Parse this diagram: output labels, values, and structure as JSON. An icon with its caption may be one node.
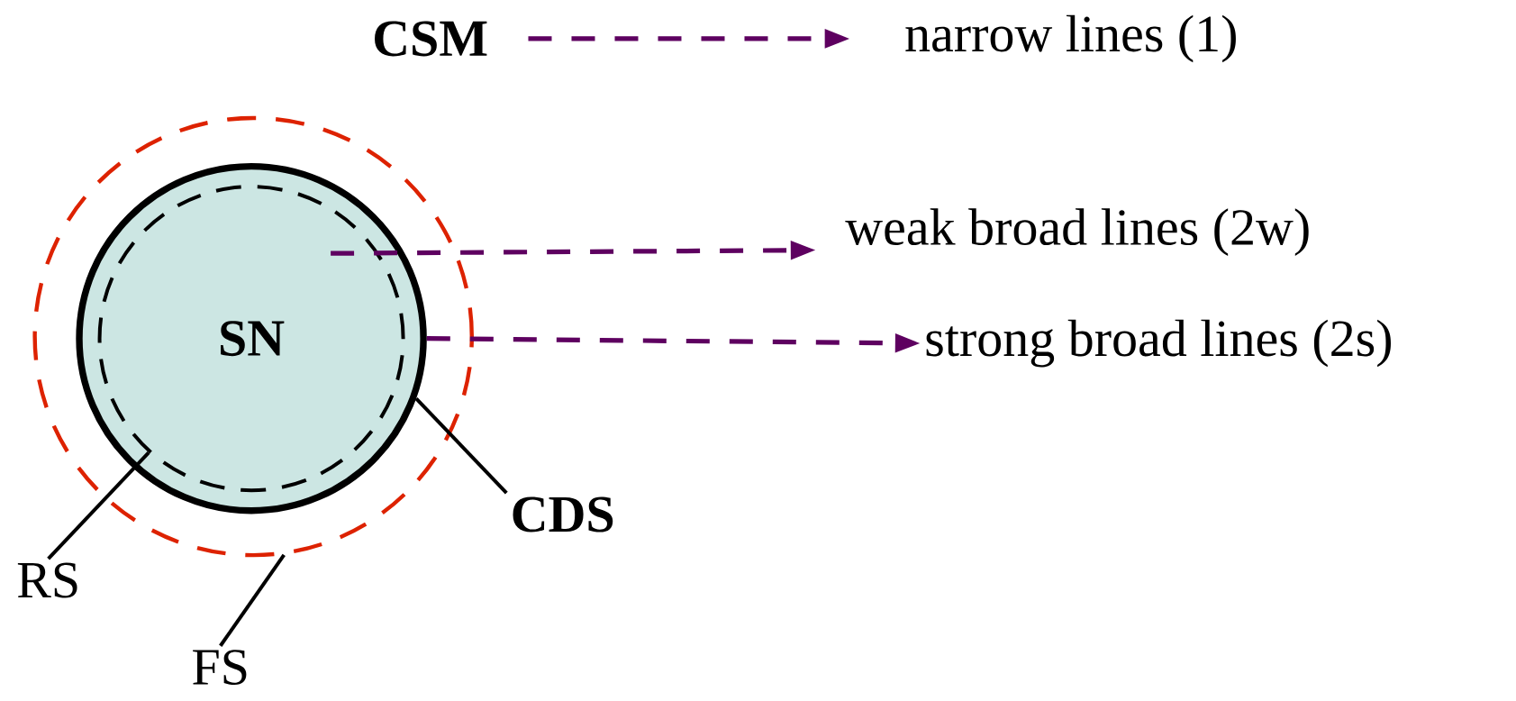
{
  "diagram": {
    "nodes": [
      {
        "text": [
          "CSM"
        ]
      },
      {
        "text": [
          "narrow lines (1)"
        ]
      },
      {
        "text": [],
        "shape": "circle"
      },
      {
        "text": [],
        "shape": "circle",
        "in": 2
      },
      {
        "text": [
          "SN"
        ],
        "in": 3
      },
      {
        "text": [
          "weak broad lines (2w)"
        ]
      },
      {
        "text": [
          "strong broad lines (2s)"
        ]
      },
      {
        "text": [
          "RS"
        ]
      },
      {
        "text": [
          "FS"
        ]
      },
      {
        "text": [
          "CDS"
        ]
      }
    ],
    "edges": [
      {
        "from": 0,
        "to": 1,
        "arrow": "to",
        "style": "dashed",
        "color": "#5e0060"
      },
      {
        "from": 4,
        "to": 5,
        "arrow": "to",
        "style": "dashed",
        "color": "#5e0060"
      },
      {
        "from": 3,
        "to": 6,
        "arrow": "to",
        "style": "dashed",
        "color": "#5e0060"
      },
      {
        "from": 7,
        "to": 4,
        "arrow": "none",
        "color": "#000000"
      },
      {
        "from": 8,
        "to": 2,
        "arrow": "none",
        "color": "#000000"
      },
      {
        "from": 9,
        "to": 3,
        "arrow": "none",
        "color": "#000000"
      }
    ]
  }
}
